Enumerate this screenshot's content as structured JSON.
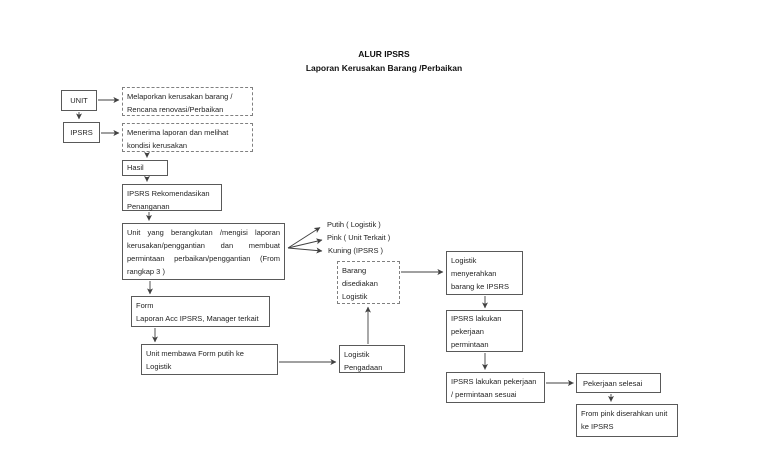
{
  "title": {
    "line1": "ALUR IPSRS",
    "line2": "Laporan Kerusakan Barang /Perbaikan"
  },
  "nodes": {
    "unit": {
      "text": "UNIT"
    },
    "melaporkan": {
      "text": "Melaporkan kerusakan barang /\nRencana renovasi/Perbaikan"
    },
    "ipsrs": {
      "text": "IPSRS"
    },
    "menerima": {
      "text": "Menerima laporan dan melihat\nkondisi kerusakan"
    },
    "hasil": {
      "text": "Hasil"
    },
    "rekomendasi": {
      "text": "IPSRS Rekomendasikan\nPenanganan"
    },
    "unit_mengisi": {
      "text": "Unit yang berangkutan /mengisi laporan kerusakan/penggantian dan membuat permintaan perbaikan/penggantian (From rangkap 3 )"
    },
    "form": {
      "text": "Form\nLaporan Acc IPSRS, Manager terkait"
    },
    "unit_membawa": {
      "text": "Unit membawa Form putih ke\nLogistik"
    },
    "logistik_pengadaan": {
      "text": "Logistik\nPengadaan"
    },
    "barang": {
      "text": "Barang\ndisediakan\nLogistik"
    },
    "menyerahkan": {
      "text": "Logistik\nmenyerahkan\nbarang ke IPSRS"
    },
    "lakukan_permintaan": {
      "text": "IPSRS lakukan\npekerjaan\npermintaan"
    },
    "lakukan_sesuai": {
      "text": "IPSRS lakukan pekerjaan\n/ permintaan sesuai"
    },
    "selesai": {
      "text": "Pekerjaan selesai"
    },
    "from_pink": {
      "text": "From pink diserahkan unit\nke IPSRS"
    }
  },
  "branches": [
    {
      "label": "Putih ( Logistik )"
    },
    {
      "label": "Pink ( Unit Terkait )"
    },
    {
      "label": "Kuning (IPSRS )"
    }
  ],
  "colors": {
    "ink": "#1f1f1f",
    "box_border": "#595959",
    "arrow": "#404040",
    "background": "#ffffff"
  }
}
